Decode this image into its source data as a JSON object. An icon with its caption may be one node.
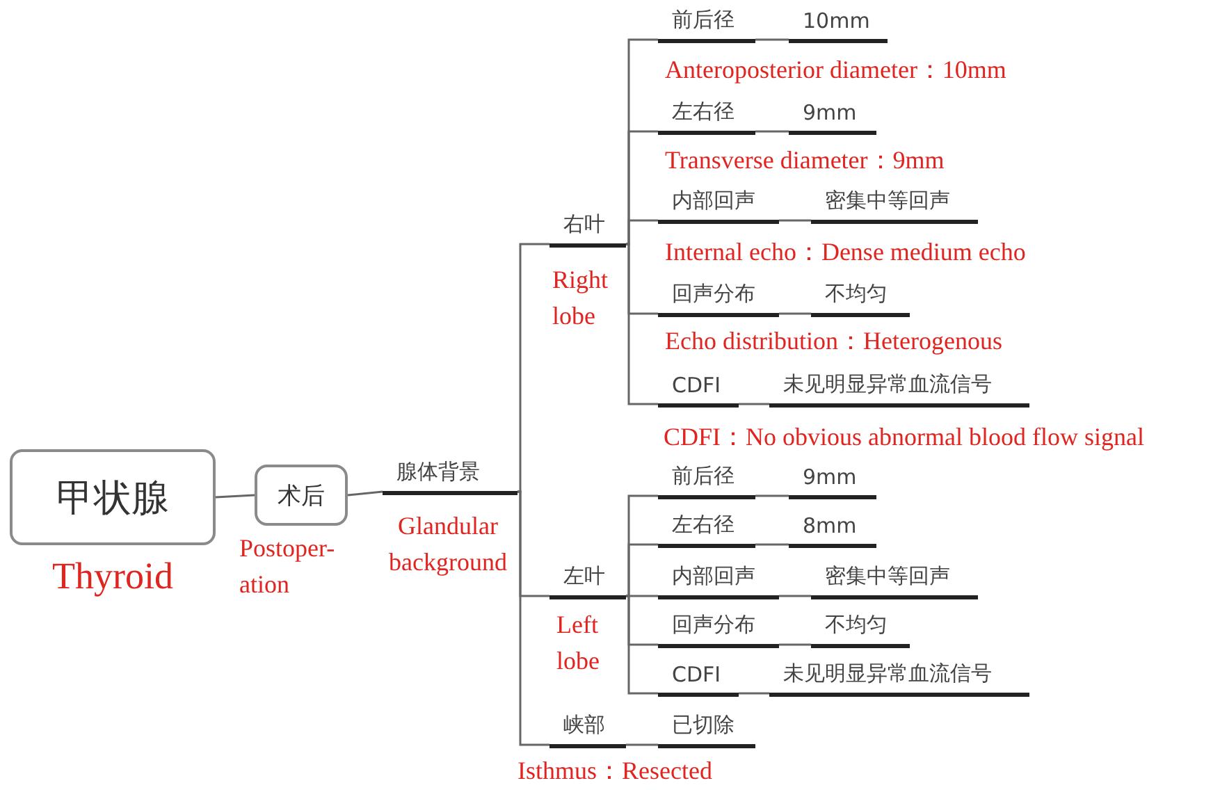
{
  "diagram": {
    "nodes": [
      {
        "text": [
          "甲状腺"
        ],
        "beside": [
          "Thyroid"
        ]
      },
      {
        "text": [
          "术后"
        ],
        "beside": [
          "Postoper- ation"
        ]
      },
      {
        "text": [
          "腺体背景"
        ],
        "beside": [
          "Glandular background"
        ]
      },
      {
        "text": [
          "右叶"
        ],
        "beside": [
          "Right lobe"
        ]
      },
      {
        "text": [
          "前后径"
        ],
        "beside": [
          "Anteroposterior diameter：10mm"
        ]
      },
      {
        "text": [
          "10mm"
        ]
      },
      {
        "text": [
          "左右径"
        ],
        "beside": [
          "Transverse diameter：9mm"
        ]
      },
      {
        "text": [
          "9mm"
        ]
      },
      {
        "text": [
          "内部回声"
        ],
        "beside": [
          "Internal echo：Dense medium echo"
        ]
      },
      {
        "text": [
          "密集中等回声"
        ]
      },
      {
        "text": [
          "回声分布"
        ],
        "beside": [
          "Echo distribution：Heterogenous"
        ]
      },
      {
        "text": [
          "不均匀"
        ]
      },
      {
        "text": [
          "CDFI"
        ],
        "beside": [
          "CDFI：No obvious abnormal blood flow signal"
        ]
      },
      {
        "text": [
          "未见明显异常血流信号"
        ]
      },
      {
        "text": [
          "左叶"
        ],
        "beside": [
          "Left lobe"
        ]
      },
      {
        "text": [
          "前后径"
        ]
      },
      {
        "text": [
          "9mm"
        ]
      },
      {
        "text": [
          "左右径"
        ]
      },
      {
        "text": [
          "8mm"
        ]
      },
      {
        "text": [
          "内部回声"
        ]
      },
      {
        "text": [
          "密集中等回声"
        ]
      },
      {
        "text": [
          "回声分布"
        ]
      },
      {
        "text": [
          "不均匀"
        ]
      },
      {
        "text": [
          "CDFI"
        ]
      },
      {
        "text": [
          "未见明显异常血流信号"
        ]
      },
      {
        "text": [
          "峡部"
        ],
        "beside": [
          "Isthmus：Resected"
        ]
      },
      {
        "text": [
          "已切除"
        ]
      }
    ],
    "edges": [
      {
        "from": 0,
        "to": 1,
        "arrow": "none"
      },
      {
        "from": 1,
        "to": 2,
        "arrow": "none"
      },
      {
        "from": 2,
        "to": 3,
        "arrow": "none"
      },
      {
        "from": 2,
        "to": 14,
        "arrow": "none"
      },
      {
        "from": 2,
        "to": 25,
        "arrow": "none"
      },
      {
        "from": 3,
        "to": 4,
        "arrow": "none"
      },
      {
        "from": 3,
        "to": 6,
        "arrow": "none"
      },
      {
        "from": 3,
        "to": 8,
        "arrow": "none"
      },
      {
        "from": 3,
        "to": 10,
        "arrow": "none"
      },
      {
        "from": 3,
        "to": 12,
        "arrow": "none"
      },
      {
        "from": 4,
        "to": 5,
        "arrow": "none"
      },
      {
        "from": 6,
        "to": 7,
        "arrow": "none"
      },
      {
        "from": 8,
        "to": 9,
        "arrow": "none"
      },
      {
        "from": 10,
        "to": 11,
        "arrow": "none"
      },
      {
        "from": 12,
        "to": 13,
        "arrow": "none"
      },
      {
        "from": 14,
        "to": 15,
        "arrow": "none"
      },
      {
        "from": 14,
        "to": 17,
        "arrow": "none"
      },
      {
        "from": 14,
        "to": 19,
        "arrow": "none"
      },
      {
        "from": 14,
        "to": 21,
        "arrow": "none"
      },
      {
        "from": 14,
        "to": 23,
        "arrow": "none"
      },
      {
        "from": 15,
        "to": 16,
        "arrow": "none"
      },
      {
        "from": 17,
        "to": 18,
        "arrow": "none"
      },
      {
        "from": 19,
        "to": 20,
        "arrow": "none"
      },
      {
        "from": 21,
        "to": 22,
        "arrow": "none"
      },
      {
        "from": 23,
        "to": 24,
        "arrow": "none"
      },
      {
        "from": 25,
        "to": 26,
        "arrow": "none"
      }
    ]
  }
}
